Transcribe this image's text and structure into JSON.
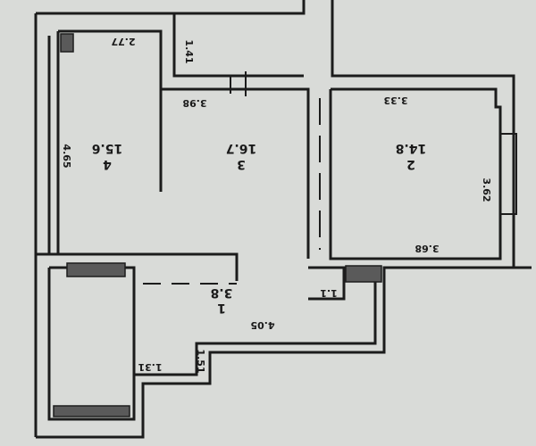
{
  "rooms": [
    {
      "number": "4",
      "area": "15.6"
    },
    {
      "number": "3",
      "area": "16.7"
    },
    {
      "number": "2",
      "area": "14.8"
    },
    {
      "number": "1",
      "area": "3.8"
    }
  ],
  "dimensions": {
    "room4_top": "2.77",
    "room4_side": "4.65",
    "closet_side": "1.41",
    "room3_top": "3.98",
    "room2_top": "3.33",
    "room2_side": "3.62",
    "room2_bottom": "3.68",
    "hall_bottom": "4.05",
    "hall_step": "1.31",
    "hall_small": "1.51",
    "niche": "1.1"
  },
  "colors": {
    "paper": "#d9dbd8",
    "ink": "#1c1c1c"
  }
}
